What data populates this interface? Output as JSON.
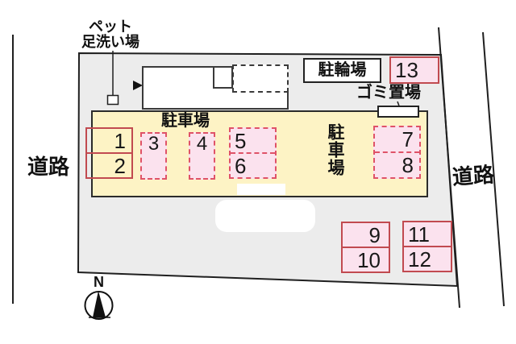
{
  "labels": {
    "pet_wash_line1": "ペット",
    "pet_wash_line2": "足洗い場",
    "bicycle_parking": "駐輪場",
    "garbage_area": "ゴミ置場",
    "parking_area_heading": "駐車場",
    "parking_area_vertical": "駐車場",
    "road_left": "道路",
    "road_right": "道路",
    "north": "N"
  },
  "parking_spaces": [
    {
      "label": "1"
    },
    {
      "label": "2"
    },
    {
      "label": "3"
    },
    {
      "label": "4"
    },
    {
      "label": "5"
    },
    {
      "label": "6"
    },
    {
      "label": "7"
    },
    {
      "label": "8"
    },
    {
      "label": "9"
    },
    {
      "label": "10"
    },
    {
      "label": "11"
    },
    {
      "label": "12"
    },
    {
      "label": "13"
    }
  ],
  "colors": {
    "site_fill": "#ececec",
    "parking_area_fill": "#fdf3c5",
    "space_fill": "#fbe2ee",
    "space_border_solid": "#c14a50",
    "space_border_dashed": "#df5268",
    "outline": "#1f1f1f"
  }
}
